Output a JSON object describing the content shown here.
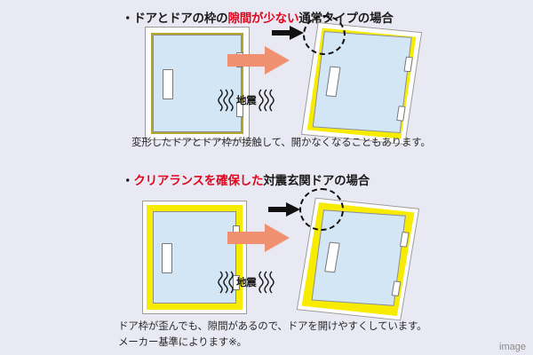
{
  "page": {
    "background_color": "#e9e9f4",
    "footer_label": "image"
  },
  "colors": {
    "highlight_red": "#e2041b",
    "text_dark": "#1b1b1b",
    "arrow_salmon": "#f09070",
    "frame_olive": "#b5a72e",
    "frame_yellow": "#f7ec00",
    "door_leaf_blue": "#d3e6f5",
    "wall_white": "#fdfdfd",
    "outline_grey": "#9b9b9b"
  },
  "sections": [
    {
      "id": "normal-type",
      "heading": {
        "bullet": "・",
        "pre": "ドアとドアの枠の",
        "highlight": "隙間が少ない",
        "post": "通常タイプの場合"
      },
      "before_door": {
        "label": "通常タイプ 変形前ドア",
        "frame_color": "#b5a72e",
        "gap_size": "narrow"
      },
      "after_door": {
        "label": "通常タイプ 変形後ドア",
        "frame_color": "#f7ec00",
        "gap_size": "narrow",
        "tilted": true
      },
      "transition_arrow": "arrow-right-salmon",
      "pointer_arrow": "arrow-right-black",
      "callout": "dashed-circle-contact-point",
      "quake_label": "地震",
      "caption": "変形したドアとドア枠が接触して、開かなくなることもあります。"
    },
    {
      "id": "seismic-entrance-door",
      "heading": {
        "bullet": "・",
        "pre": "",
        "highlight": "クリアランスを確保した",
        "post": "対震玄関ドアの場合"
      },
      "before_door": {
        "label": "対震玄関ドア 変形前ドア",
        "frame_color": "#f7ec00",
        "gap_size": "wide"
      },
      "after_door": {
        "label": "対震玄関ドア 変形後ドア",
        "frame_color": "#f7ec00",
        "gap_size": "wide",
        "tilted": true
      },
      "transition_arrow": "arrow-right-salmon",
      "pointer_arrow": "arrow-right-black",
      "callout": "dashed-circle-clearance-point",
      "quake_label": "地震",
      "caption_line1": "ドア枠が歪んでも、隙間があるので、ドアを開けやすくしています。",
      "caption_line2": "メーカー基準によります※。"
    }
  ]
}
